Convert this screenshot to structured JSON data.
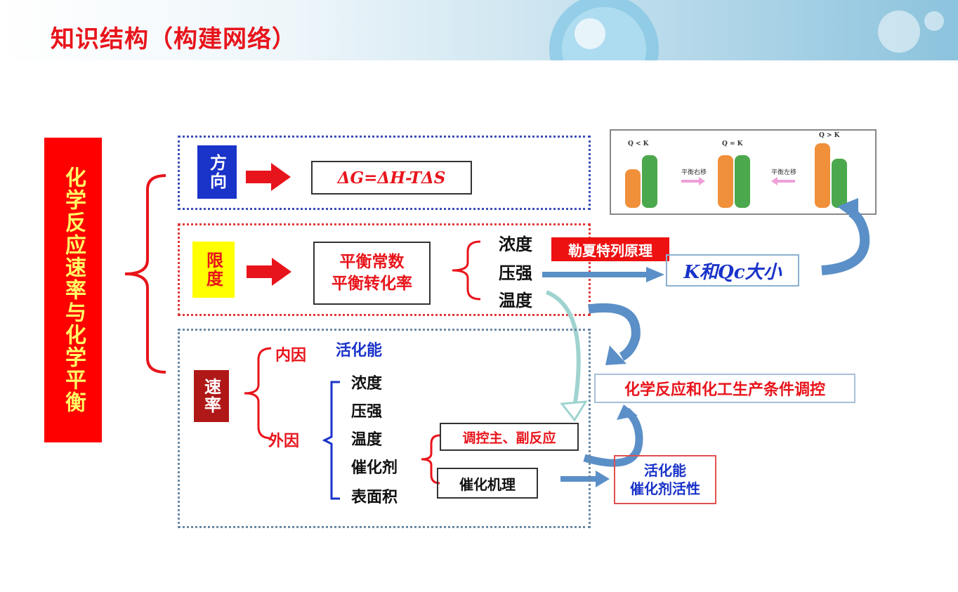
{
  "header": {
    "title": "知识结构（构建网络）"
  },
  "root": {
    "label": "化学反应速率与化学平衡"
  },
  "direction": {
    "label": "方向",
    "formula": "ΔG=ΔH-TΔS"
  },
  "limit": {
    "label": "限度",
    "box_line1": "平衡常数",
    "box_line2": "平衡转化率",
    "factors": [
      "浓度",
      "压强",
      "温度"
    ],
    "principle": "勒夏特列原理",
    "compare": "K和Qc大小"
  },
  "rate": {
    "label": "速率",
    "internal_label": "内因",
    "internal_value": "活化能",
    "external_label": "外因",
    "factors": [
      "浓度",
      "压强",
      "温度",
      "催化剂",
      "表面积"
    ],
    "catalyst_box1": "调控主、副反应",
    "catalyst_box2": "催化机理"
  },
  "regulation": {
    "label": "化学反应和化工生产条件调控"
  },
  "activation": {
    "line1": "活化能",
    "line2": "催化剂活性"
  },
  "qk_panel": {
    "label_left": "Q < K",
    "label_mid": "Q = K",
    "label_right": "Q > K",
    "arrow_left": "平衡右移",
    "arrow_right": "平衡左移"
  },
  "colors": {
    "red": "#e8141b",
    "blue": "#1a33c9",
    "dark_red": "#b01010",
    "yellow": "#ffff00",
    "arrow_blue": "#5b8fc7"
  }
}
